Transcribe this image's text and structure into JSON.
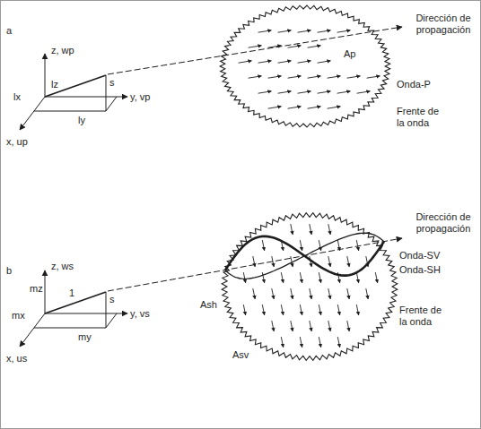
{
  "diagram": {
    "labels": [
      "a",
      "z, wp",
      "lz",
      "s",
      "Ap",
      "Dirección de propagación",
      "ly",
      "lx",
      "y, vp",
      "Onda-P",
      "x, up",
      "Frente de la onda",
      "Dirección de propagación",
      "z, ws",
      "Onda-SV",
      "Onda-SH",
      "b",
      "mz",
      "1",
      "s",
      "y, vs",
      "Ash",
      "Asv",
      "mx",
      "my",
      "Frente de la onda",
      "x, us"
    ]
  }
}
